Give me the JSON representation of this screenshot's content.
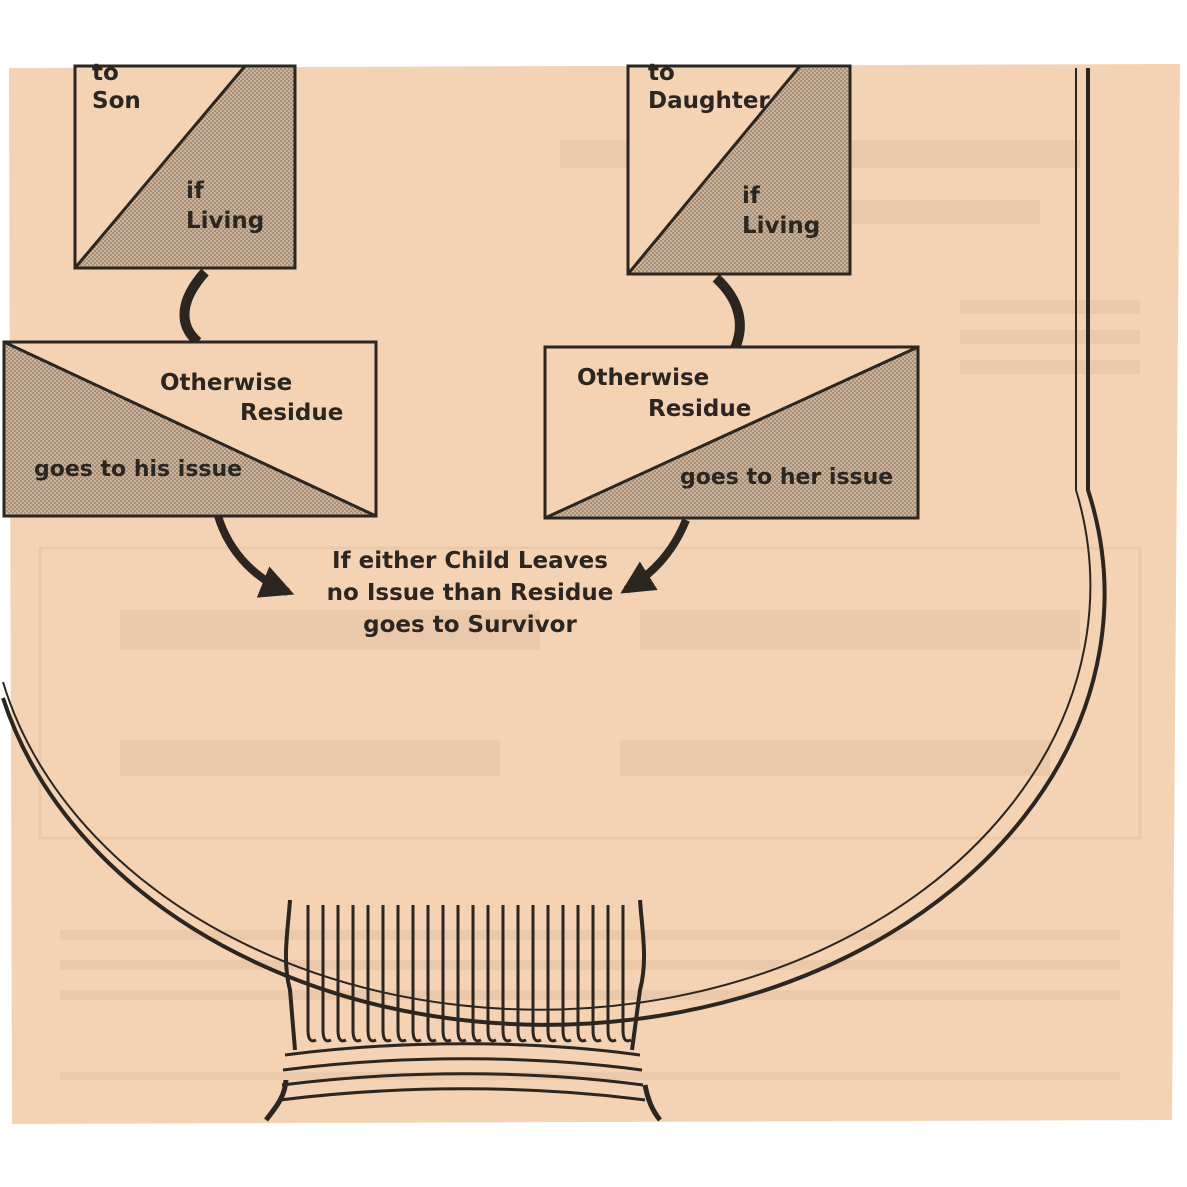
{
  "colors": {
    "paper": "#f4d2b4",
    "paper_edge": "#ffffff",
    "ink": "#2b2620",
    "shade": "#cbb298",
    "ghost_text": "#e2c2a4"
  },
  "son_box": {
    "line1": "to",
    "line2": "Son",
    "if": "if",
    "living": "Living"
  },
  "daughter_box": {
    "line1": "to",
    "line2": "Daughter",
    "if": "if",
    "living": "Living"
  },
  "son_otherwise_box": {
    "otherwise": "Otherwise",
    "residue": "Residue",
    "issue": "goes to his issue"
  },
  "daughter_otherwise_box": {
    "otherwise": "Otherwise",
    "residue": "Residue",
    "issue": "goes to her issue"
  },
  "survivor_note": {
    "line1": "If either Child Leaves",
    "line2": "no Issue than Residue",
    "line3": "goes to Survivor"
  }
}
